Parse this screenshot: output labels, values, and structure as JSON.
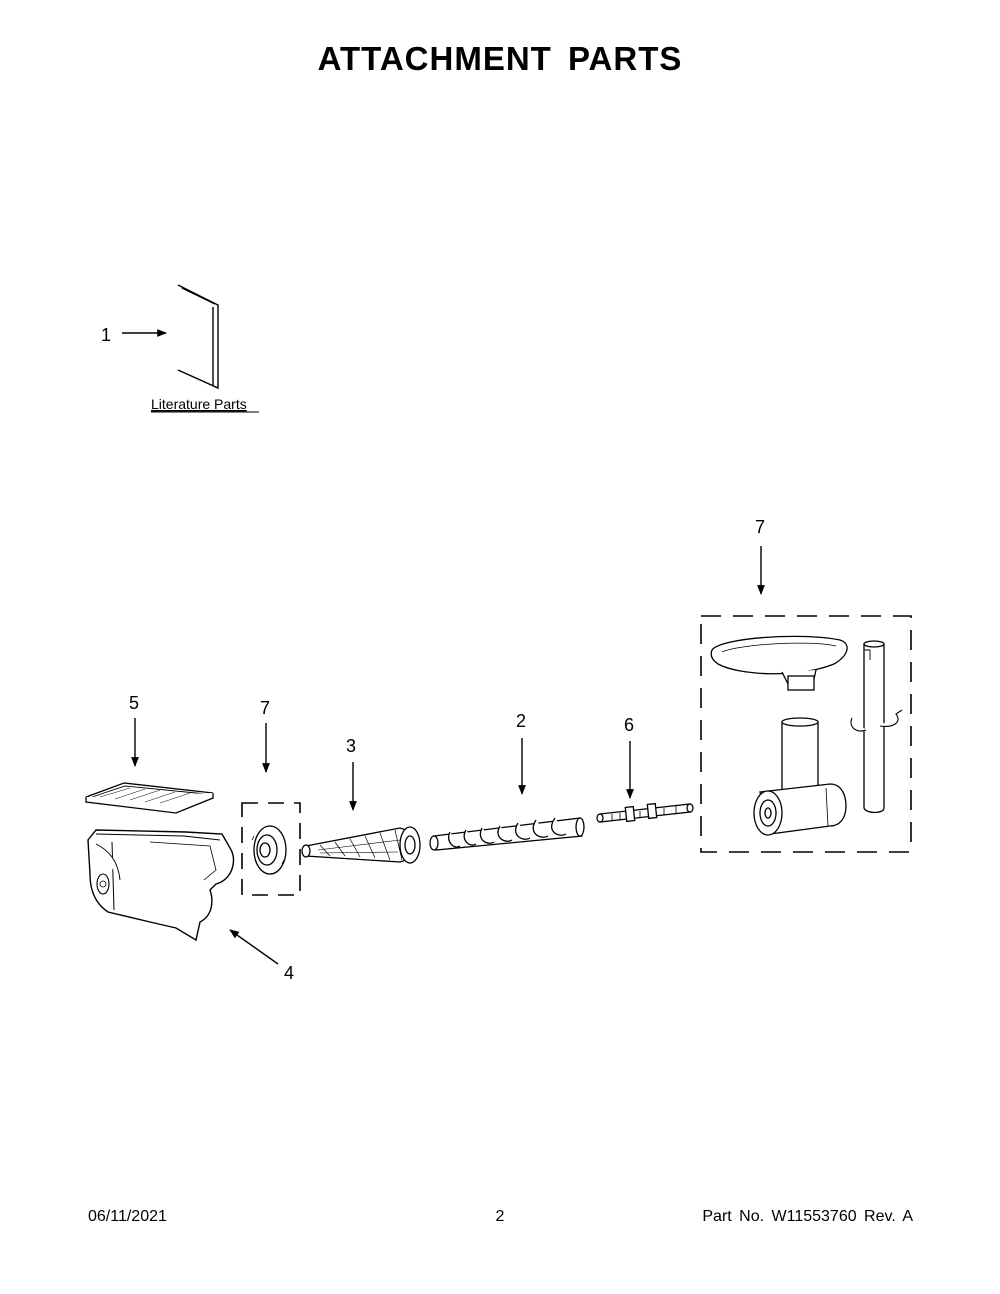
{
  "header": {
    "title": "ATTACHMENT PARTS"
  },
  "literature": {
    "callout": "1",
    "label": "Literature Parts"
  },
  "callouts": {
    "p5": "5",
    "p7_left": "7",
    "p3": "3",
    "p2": "2",
    "p6": "6",
    "p7_right": "7",
    "p4": "4"
  },
  "footer": {
    "date": "06/11/2021",
    "page": "2",
    "part": "Part No.  W11553760  Rev.  A"
  }
}
